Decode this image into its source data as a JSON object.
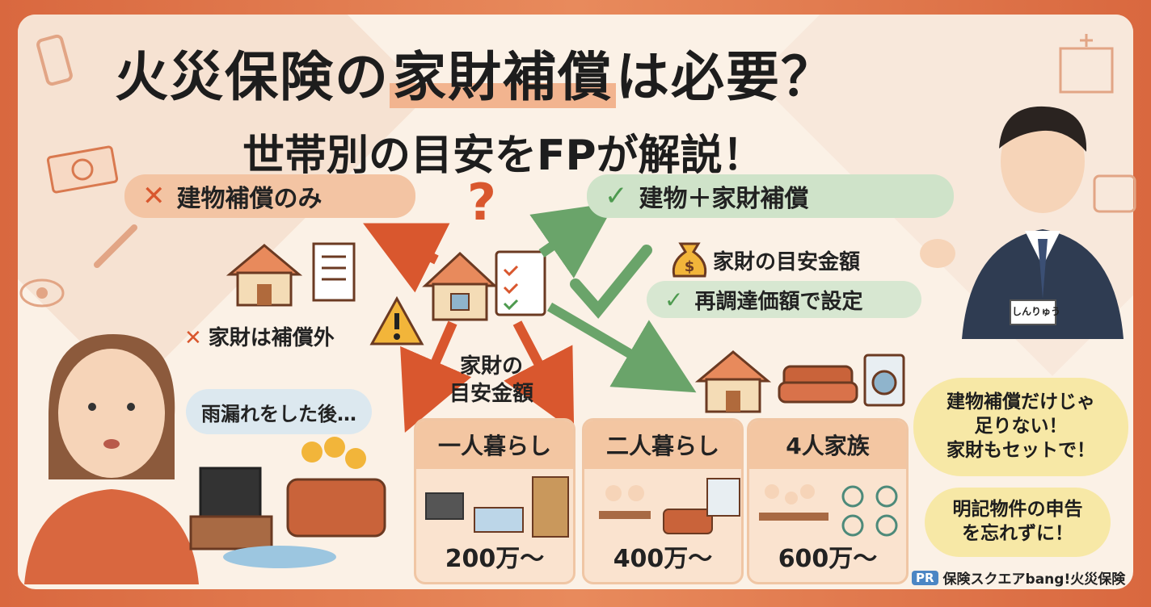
{
  "title": {
    "part1": "火災保険の",
    "part2": "家財補償",
    "part3": "は必要？"
  },
  "subtitle": "世帯別の目安をFPが解説！",
  "left_branch": {
    "label": "建物補償のみ",
    "note": "家財は補償外"
  },
  "right_branch": {
    "label": "建物＋家財補償",
    "amount_label": "家財の目安金額",
    "setting_label": "再調達価額で設定"
  },
  "center": {
    "question_mark": "?",
    "guide_label_line1": "家財の",
    "guide_label_line2": "目安金額"
  },
  "leak_caption": "雨漏れをした後…",
  "households": [
    {
      "name": "一人暮らし",
      "amount": "200万～"
    },
    {
      "name": "二人暮らし",
      "amount": "400万～"
    },
    {
      "name": "4人家族",
      "amount": "600万～"
    }
  ],
  "advisor": {
    "badge_text": "しんりゅう",
    "bubble1_lines": [
      "建物補償だけじゃ",
      "足りない！",
      "家財もセットで！"
    ],
    "bubble2_lines": [
      "明記物件の申告",
      "を忘れずに！"
    ]
  },
  "footer": {
    "pr_badge": "PR",
    "brand": "保険スクエアbang!火災保険"
  },
  "colors": {
    "accent_orange": "#d9572e",
    "accent_green": "#4d9a4f",
    "background": "#fbf1e6"
  }
}
